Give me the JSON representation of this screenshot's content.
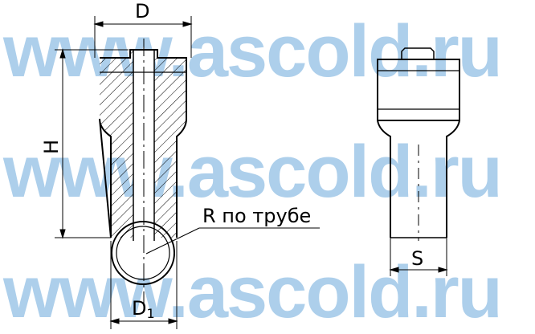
{
  "watermark": {
    "text": "www.ascold.ru",
    "color": "#9fc7e8"
  },
  "labels": {
    "d": "D",
    "h": "H",
    "r_note": "R по трубе",
    "d1": "D",
    "d1_sub": "1",
    "s": "S"
  },
  "colors": {
    "line": "#000000",
    "background": "#ffffff"
  }
}
